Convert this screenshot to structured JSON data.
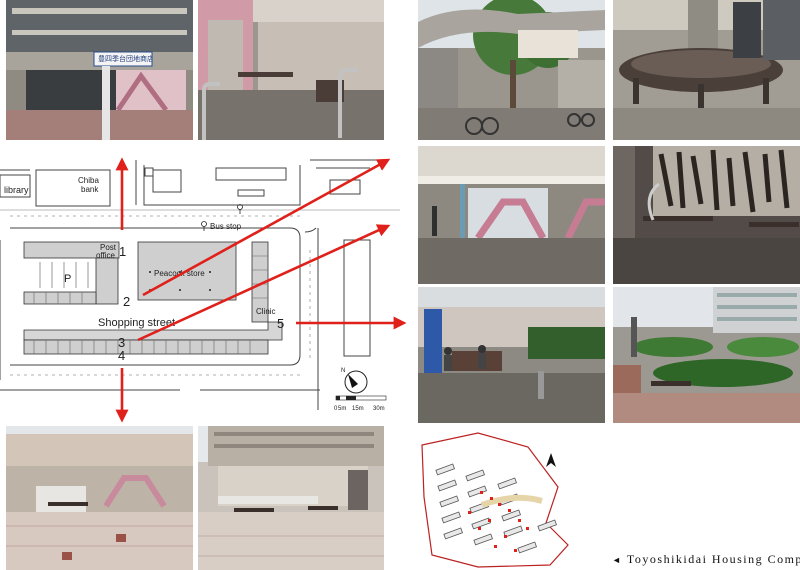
{
  "map": {
    "labels": {
      "library": "library",
      "bank": [
        "Chiba",
        "bank"
      ],
      "bus_stop": "Bus stop",
      "post_office": [
        "Post",
        "office"
      ],
      "store": "Peacock store",
      "parking": "P",
      "shopping_street": "Shopping street",
      "clinic": "Clinic"
    },
    "markers": [
      "1",
      "2",
      "3",
      "4",
      "5"
    ],
    "scale": {
      "ticks": [
        "0",
        "5m",
        "15m",
        "30m"
      ]
    },
    "north": "N"
  },
  "photo_sign_text": "豊四季台団地商店街",
  "caption": "Toyoshikidai Housing Complex",
  "colors": {
    "arrow": "#e0201a",
    "block": "#cfcfcf",
    "pavement_pink": "#b59a9a",
    "pillar_pink": "#c99aa6",
    "sky": "#e6eaee",
    "green": "#3f7a34"
  },
  "icons": [
    "north-arrow-icon",
    "bus-stop-icon",
    "caption-arrow-icon"
  ]
}
